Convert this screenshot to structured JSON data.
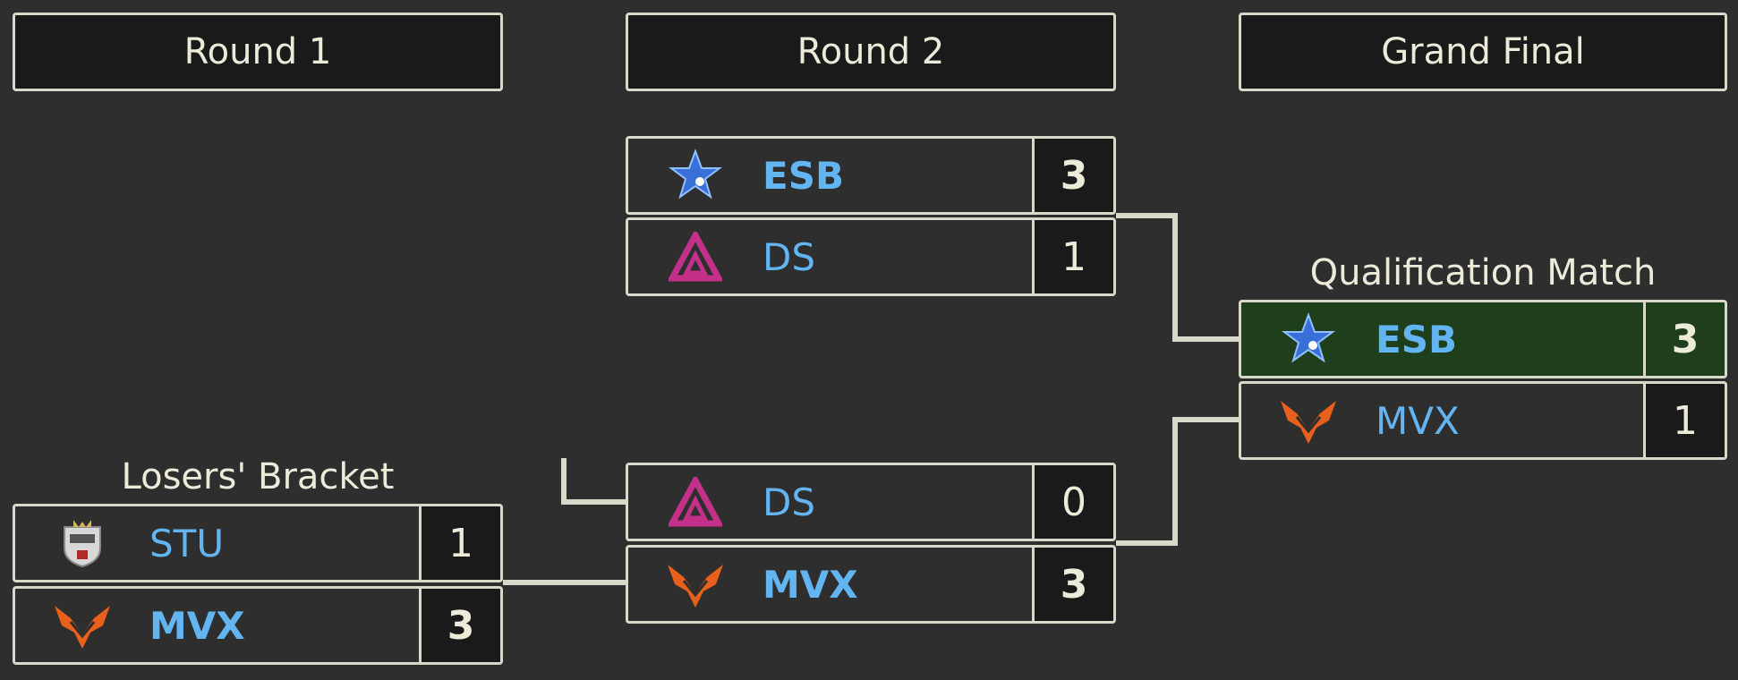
{
  "rounds": [
    {
      "title": "Round 1"
    },
    {
      "title": "Round 2"
    },
    {
      "title": "Grand Final"
    }
  ],
  "labels": {
    "losers_bracket": "Losers' Bracket",
    "qualification_match": "Qualification Match"
  },
  "matches": {
    "r2_upper": {
      "team1": {
        "name": "ESB",
        "score": "3",
        "logo": "esb-star-logo",
        "winner": true
      },
      "team2": {
        "name": "DS",
        "score": "1",
        "logo": "ds-triangle-logo",
        "winner": false
      }
    },
    "r2_lower": {
      "team1": {
        "name": "DS",
        "score": "0",
        "logo": "ds-triangle-logo",
        "winner": false
      },
      "team2": {
        "name": "MVX",
        "score": "3",
        "logo": "mvx-wings-logo",
        "winner": true
      }
    },
    "r1_losers": {
      "team1": {
        "name": "STU",
        "score": "1",
        "logo": "stu-crest-logo",
        "winner": false
      },
      "team2": {
        "name": "MVX",
        "score": "3",
        "logo": "mvx-wings-logo",
        "winner": true
      }
    },
    "final": {
      "team1": {
        "name": "ESB",
        "score": "3",
        "logo": "esb-star-logo",
        "winner": true
      },
      "team2": {
        "name": "MVX",
        "score": "1",
        "logo": "mvx-wings-logo",
        "winner": false
      }
    }
  },
  "colors": {
    "background": "#2e2e2e",
    "panel": "#1a1a1a",
    "border": "#d9d9c9",
    "team_name": "#63b5f2",
    "final_winner_bg": "#1f3f1c"
  }
}
